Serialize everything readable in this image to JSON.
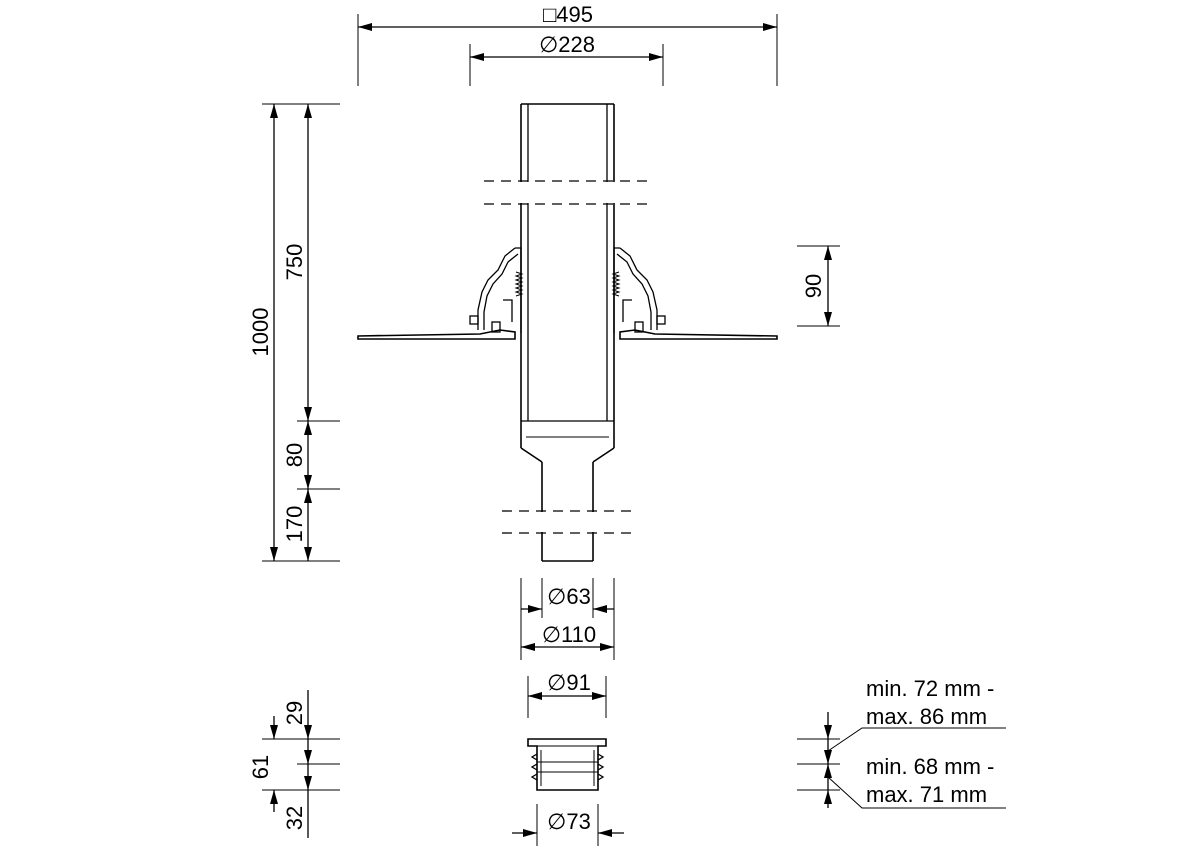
{
  "dimensions": {
    "outer_square": "□495",
    "pipe_diameter": "∅228",
    "total_height": "1000",
    "upper_length": "750",
    "reducer_length": "80",
    "spigot_length": "170",
    "flange_height": "90",
    "outlet_inner_diameter": "∅63",
    "outlet_outer_diameter": "∅110",
    "adapter_top_diameter": "∅91",
    "adapter_bottom_diameter": "∅73",
    "adapter_top_segment": "29",
    "adapter_total": "61",
    "adapter_bottom_segment": "32"
  },
  "notes": {
    "upper_range_line1": "min. 72 mm -",
    "upper_range_line2": "max. 86 mm",
    "lower_range_line1": "min. 68 mm -",
    "lower_range_line2": "max. 71 mm"
  }
}
